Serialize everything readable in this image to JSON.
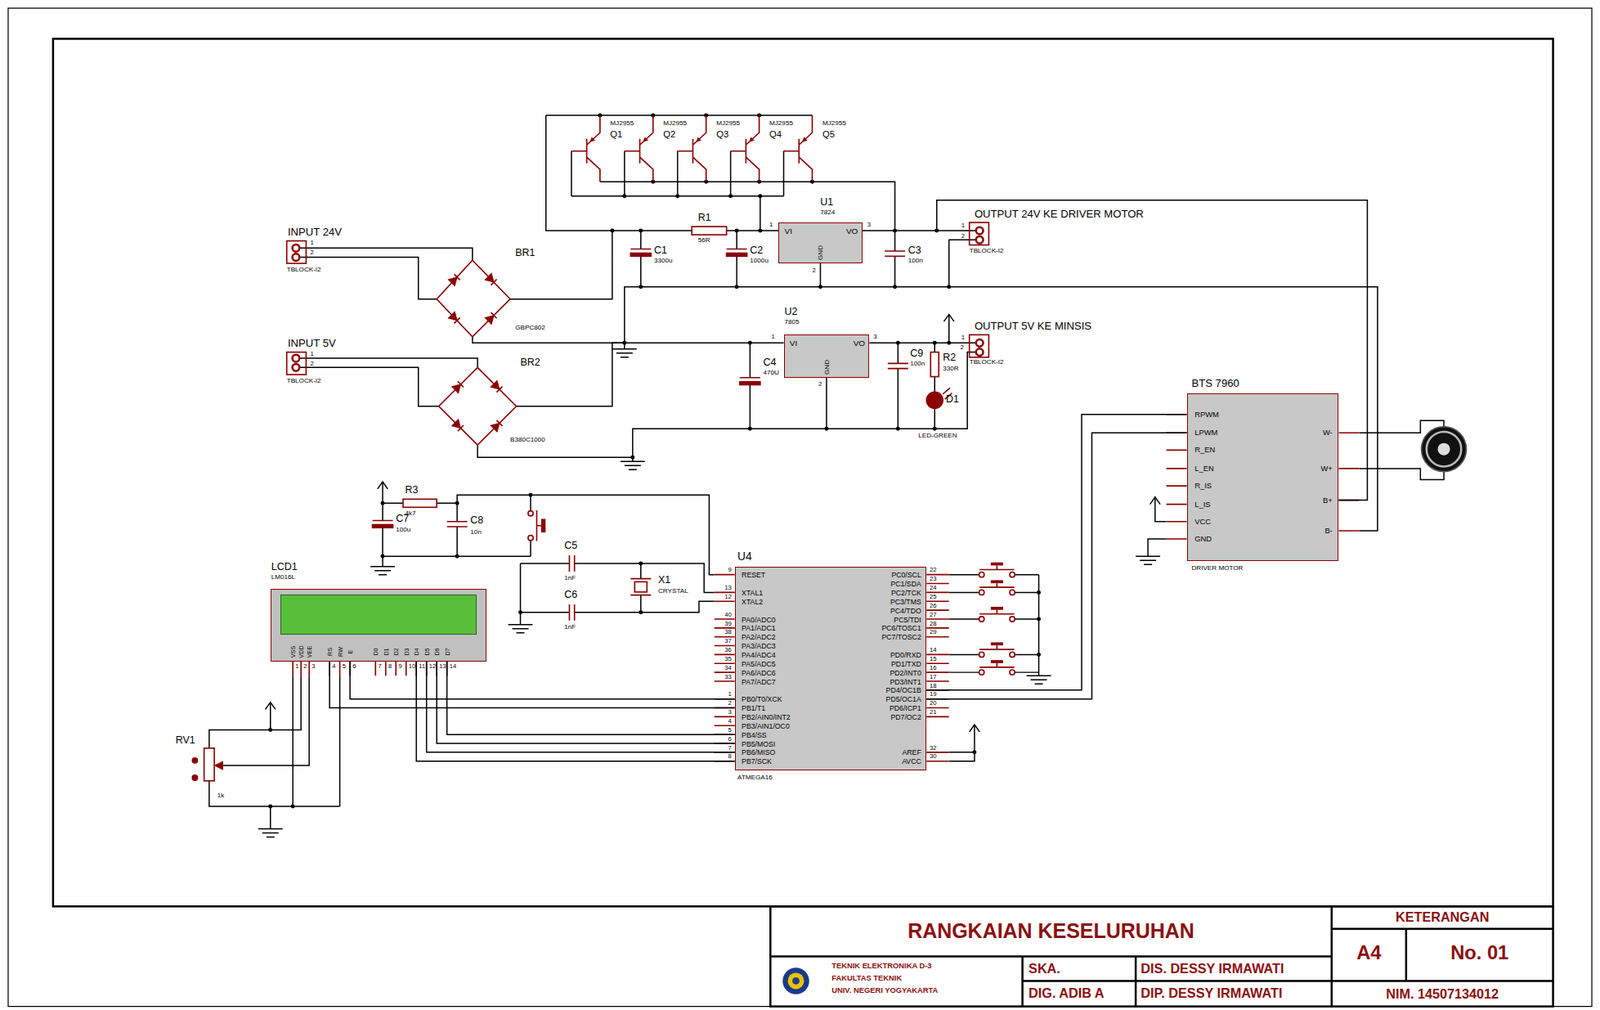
{
  "diagram": {
    "title": "RANGKAIAN KESELURUHAN",
    "nodes": [
      {
        "text": [
          "U1",
          "7824",
          "VI",
          "VO",
          "GND"
        ]
      },
      {
        "text": [
          "U2",
          "7805",
          "VI",
          "VO",
          "GND"
        ]
      },
      {
        "text": [
          "BTS 7960",
          "RPWM",
          "LPWM",
          "R_EN",
          "L_EN",
          "R_IS",
          "L_IS",
          "VCC",
          "GND",
          "W-",
          "W+",
          "B+",
          "B-",
          "DRIVER MOTOR"
        ]
      },
      {
        "text": [
          "U4",
          "RESET",
          "XTAL1",
          "XTAL2",
          "PA0/ADC0",
          "PA1/ADC1",
          "PA2/ADC2",
          "PA3/ADC3",
          "PA4/ADC4",
          "PA5/ADC5",
          "PA6/ADC6",
          "PA7/ADC7",
          "PB0/T0/XCK",
          "PB1/T1",
          "PB2/AIN0/INT2",
          "PB3/AIN1/OC0",
          "PB4/SS",
          "PB5/MOSI",
          "PB6/MISO",
          "PB7/SCK",
          "PC0/SCL",
          "PC1/SDA",
          "PC2/TCK",
          "PC3/TMS",
          "PC4/TDO",
          "PC5/TDI",
          "PC6/TOSC1",
          "PC7/TOSC2",
          "PD0/RXD",
          "PD1/TXD",
          "PD2/INT0",
          "PD3/INT1",
          "PD4/OC1B",
          "PD5/OC1A",
          "PD6/ICP1",
          "PD7/OC2",
          "AREF",
          "AVCC",
          "ATMEGA16"
        ]
      },
      {
        "text": [
          "LCD1",
          "LM016L",
          "VSS",
          "VDD",
          "VEE",
          "RS",
          "RW",
          "E",
          "D0",
          "D1",
          "D2",
          "D3",
          "D4",
          "D5",
          "D6",
          "D7"
        ]
      }
    ],
    "edges": [
      {
        "from": 3,
        "to": 4,
        "arrow": "none"
      },
      {
        "from": 3,
        "to": 4,
        "arrow": "none"
      },
      {
        "from": 3,
        "to": 4,
        "arrow": "none"
      },
      {
        "from": 3,
        "to": 4,
        "arrow": "none"
      },
      {
        "from": 3,
        "to": 4,
        "arrow": "none"
      },
      {
        "from": 3,
        "to": 4,
        "arrow": "none"
      },
      {
        "from": 3,
        "to": 2,
        "arrow": "none"
      },
      {
        "from": 3,
        "to": 2,
        "arrow": "none"
      },
      {
        "from": 0,
        "to": 2,
        "arrow": "none"
      }
    ],
    "labels": [
      "MJ2955",
      "Q1",
      "MJ2955",
      "Q2",
      "MJ2955",
      "Q3",
      "MJ2955",
      "Q4",
      "MJ2955",
      "Q5",
      "INPUT 24V",
      "1",
      "2",
      "TBLOCK-I2",
      "BR1",
      "GBPC802",
      "R1",
      "56R",
      "C1",
      "3300u",
      "C2",
      "1000u",
      "1",
      "3",
      "2",
      "C3",
      "100n",
      "OUTPUT 24V KE DRIVER MOTOR",
      "1",
      "2",
      "TBLOCK-I2",
      "INPUT 5V",
      "1",
      "2",
      "TBLOCK-I2",
      "BR2",
      "B380C1000",
      "C4",
      "470U",
      "1",
      "3",
      "2",
      "C9",
      "100n",
      "OUTPUT 5V KE MINSIS",
      "1",
      "2",
      "TBLOCK-I2",
      "R2",
      "330R",
      "D1",
      "LED-GREEN",
      "R3",
      "4k7",
      "C7",
      "100u",
      "C8",
      "10n",
      "C5",
      "1nF",
      "C6",
      "1nF",
      "X1",
      "CRYSTAL",
      "9",
      "13",
      "12",
      "40",
      "39",
      "38",
      "37",
      "36",
      "35",
      "34",
      "33",
      "1",
      "2",
      "3",
      "4",
      "5",
      "6",
      "7",
      "8",
      "22",
      "23",
      "24",
      "25",
      "26",
      "27",
      "28",
      "29",
      "14",
      "15",
      "16",
      "17",
      "18",
      "19",
      "20",
      "21",
      "32",
      "30",
      "1",
      "2",
      "3",
      "4",
      "5",
      "6",
      "7",
      "8",
      "9",
      "10",
      "11",
      "12",
      "13",
      "14",
      "RV1",
      "1k",
      "KETERANGAN",
      "TEKNIK ELEKTRONIKA D-3",
      "FAKULTAS TEKNIK",
      "UNIV. NEGERI YOGYAKARTA",
      "SKA.",
      "DIS. DESSY IRMAWATI",
      "A4",
      "No. 01",
      "DIG. ADIB A",
      "DIP. DESSY IRMAWATI",
      "NIM. 14507134012"
    ]
  }
}
